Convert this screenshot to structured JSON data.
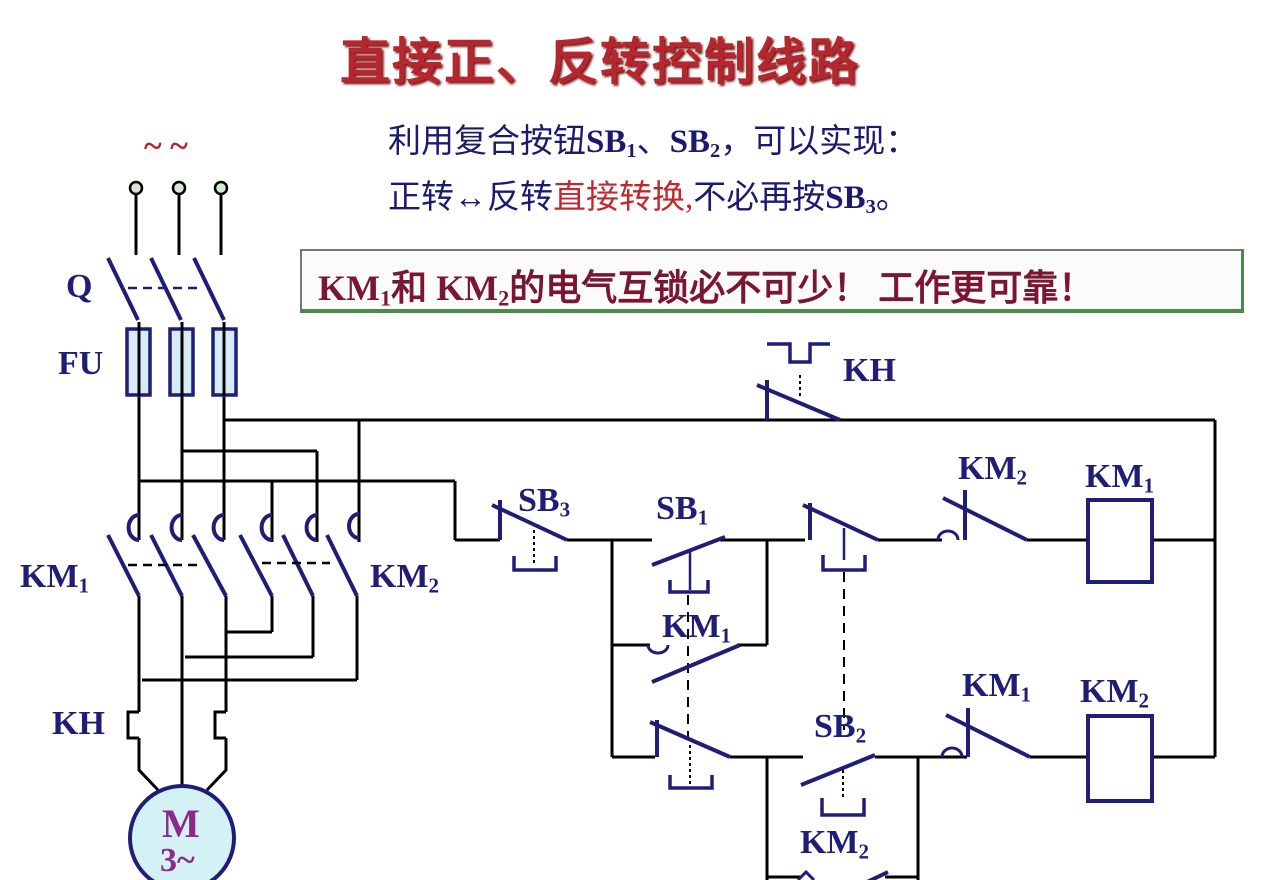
{
  "title": "直接正、反转控制线路",
  "description": {
    "line1_prefix": "利用复合按钮",
    "line1_sb1": "SB",
    "line1_sb1_sub": "1",
    "line1_sep": "、",
    "line1_sb2": "SB",
    "line1_sb2_sub": "2",
    "line1_suffix": "，可以实现：",
    "line2_prefix": "正转↔反转",
    "line2_highlight": "直接转换,",
    "line2_suffix": "不必再按",
    "line2_sb3": "SB",
    "line2_sb3_sub": "3",
    "line2_end": "。"
  },
  "banner": {
    "part1": "KM",
    "part1_sub": "1",
    "part2": "和 KM",
    "part2_sub": "2",
    "part3": "的电气互锁必不可少！ 工作更可靠！"
  },
  "colors": {
    "title": "#b5272d",
    "text": "#1a1a6e",
    "highlight": "#c0282d",
    "banner_text": "#7a1630",
    "symbol": "#1e1e78",
    "wire": "#000000",
    "fuse_fill": "#d6ecfb",
    "motor_fill": "#d4f2f6",
    "motor_text": "#8a2a8a"
  },
  "power_circuit": {
    "supply_symbol": "~ ~",
    "switch_label": "Q",
    "fuse_label": "FU",
    "km1_label": "KM",
    "km1_sub": "1",
    "km2_label": "KM",
    "km2_sub": "2",
    "overload_label": "KH",
    "motor_label": "M",
    "motor_phase": "3~"
  },
  "control_circuit": {
    "kh_label": "KH",
    "sb3_label": "SB",
    "sb3_sub": "3",
    "sb1_label": "SB",
    "sb1_sub": "1",
    "sb2_label": "SB",
    "sb2_sub": "2",
    "km1_aux_label": "KM",
    "km1_aux_sub": "1",
    "km2_aux_label": "KM",
    "km2_aux_sub": "2",
    "km2_interlock_label": "KM",
    "km2_interlock_sub": "2",
    "km1_interlock_label": "KM",
    "km1_interlock_sub": "1",
    "km1_coil_label": "KM",
    "km1_coil_sub": "1",
    "km2_coil_label": "KM",
    "km2_coil_sub": "2"
  }
}
